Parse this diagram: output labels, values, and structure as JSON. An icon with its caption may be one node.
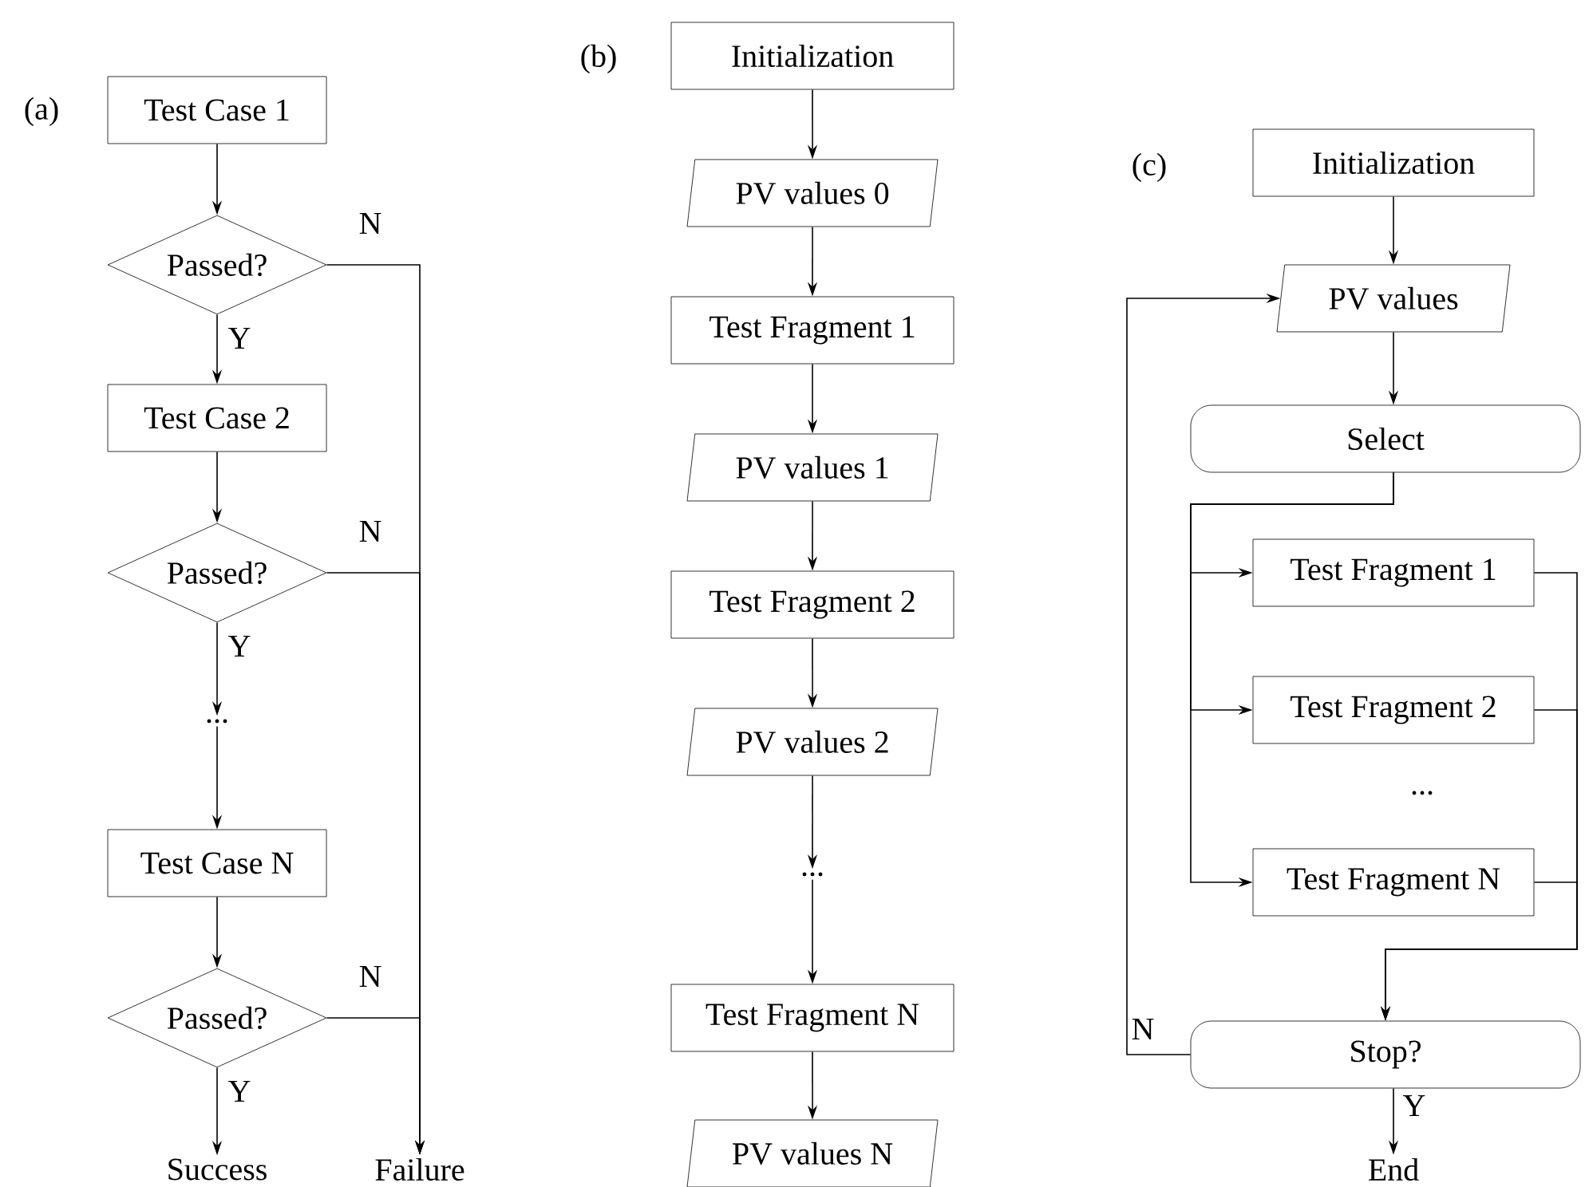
{
  "diagram": {
    "nodes": [
      {
        "text": [
          "Test Case 1"
        ]
      },
      {
        "text": [
          "Passed?"
        ]
      },
      {
        "text": [
          "Test Case 2"
        ]
      },
      {
        "text": [
          "Passed?"
        ]
      },
      {
        "text": [
          "..."
        ]
      },
      {
        "text": [
          "Test Case N"
        ]
      },
      {
        "text": [
          "Passed?"
        ]
      },
      {
        "text": [
          "Success"
        ]
      },
      {
        "text": [
          "Failure"
        ]
      },
      {
        "text": [
          "Initialization"
        ]
      },
      {
        "text": [
          "PV values 0"
        ]
      },
      {
        "text": [
          "Test Fragment 1"
        ]
      },
      {
        "text": [
          "PV values 1"
        ]
      },
      {
        "text": [
          "Test Fragment 2"
        ]
      },
      {
        "text": [
          "PV values 2"
        ]
      },
      {
        "text": [
          "..."
        ]
      },
      {
        "text": [
          "Test Fragment N"
        ]
      },
      {
        "text": [
          "PV values N"
        ]
      },
      {
        "text": [
          "Initialization"
        ]
      },
      {
        "text": [
          "PV values"
        ]
      },
      {
        "text": [
          "Select"
        ]
      },
      {
        "text": [
          "Test Fragment 1"
        ]
      },
      {
        "text": [
          "Test Fragment 2"
        ]
      },
      {
        "text": [
          "Test Fragment N"
        ]
      },
      {
        "text": [
          "Stop?"
        ]
      },
      {
        "text": [
          "End"
        ]
      }
    ],
    "edges": [
      {
        "from": 0,
        "to": 1,
        "arrow": "to"
      },
      {
        "from": 1,
        "to": 2,
        "arrow": "to",
        "label": "Y"
      },
      {
        "from": 2,
        "to": 3,
        "arrow": "to"
      },
      {
        "from": 3,
        "to": 4,
        "arrow": "to",
        "label": "Y"
      },
      {
        "from": 4,
        "to": 5,
        "arrow": "to"
      },
      {
        "from": 5,
        "to": 6,
        "arrow": "to"
      },
      {
        "from": 6,
        "to": 7,
        "arrow": "to",
        "label": "Y"
      },
      {
        "from": 1,
        "to": 8,
        "arrow": "to",
        "label": "N"
      },
      {
        "from": 3,
        "to": 8,
        "arrow": "to",
        "label": "N"
      },
      {
        "from": 6,
        "to": 8,
        "arrow": "to",
        "label": "N"
      },
      {
        "from": 9,
        "to": 10,
        "arrow": "to"
      },
      {
        "from": 10,
        "to": 11,
        "arrow": "to"
      },
      {
        "from": 11,
        "to": 12,
        "arrow": "to"
      },
      {
        "from": 12,
        "to": 13,
        "arrow": "to"
      },
      {
        "from": 13,
        "to": 14,
        "arrow": "to"
      },
      {
        "from": 14,
        "to": 15,
        "arrow": "to"
      },
      {
        "from": 15,
        "to": 16,
        "arrow": "to"
      },
      {
        "from": 16,
        "to": 17,
        "arrow": "to"
      },
      {
        "from": 18,
        "to": 19,
        "arrow": "to"
      },
      {
        "from": 19,
        "to": 20,
        "arrow": "to"
      },
      {
        "from": 20,
        "to": 21,
        "arrow": "to"
      },
      {
        "from": 20,
        "to": 22,
        "arrow": "to"
      },
      {
        "from": 20,
        "to": 23,
        "arrow": "to"
      },
      {
        "from": 21,
        "to": 24,
        "arrow": "to"
      },
      {
        "from": 22,
        "to": 24,
        "arrow": "to"
      },
      {
        "from": 23,
        "to": 24,
        "arrow": "to"
      },
      {
        "from": 24,
        "to": 19,
        "arrow": "to",
        "label": "N"
      },
      {
        "from": 24,
        "to": 25,
        "arrow": "to",
        "label": "Y"
      }
    ],
    "labels": [
      "(a)",
      "(b)",
      "(c)",
      "..."
    ]
  }
}
